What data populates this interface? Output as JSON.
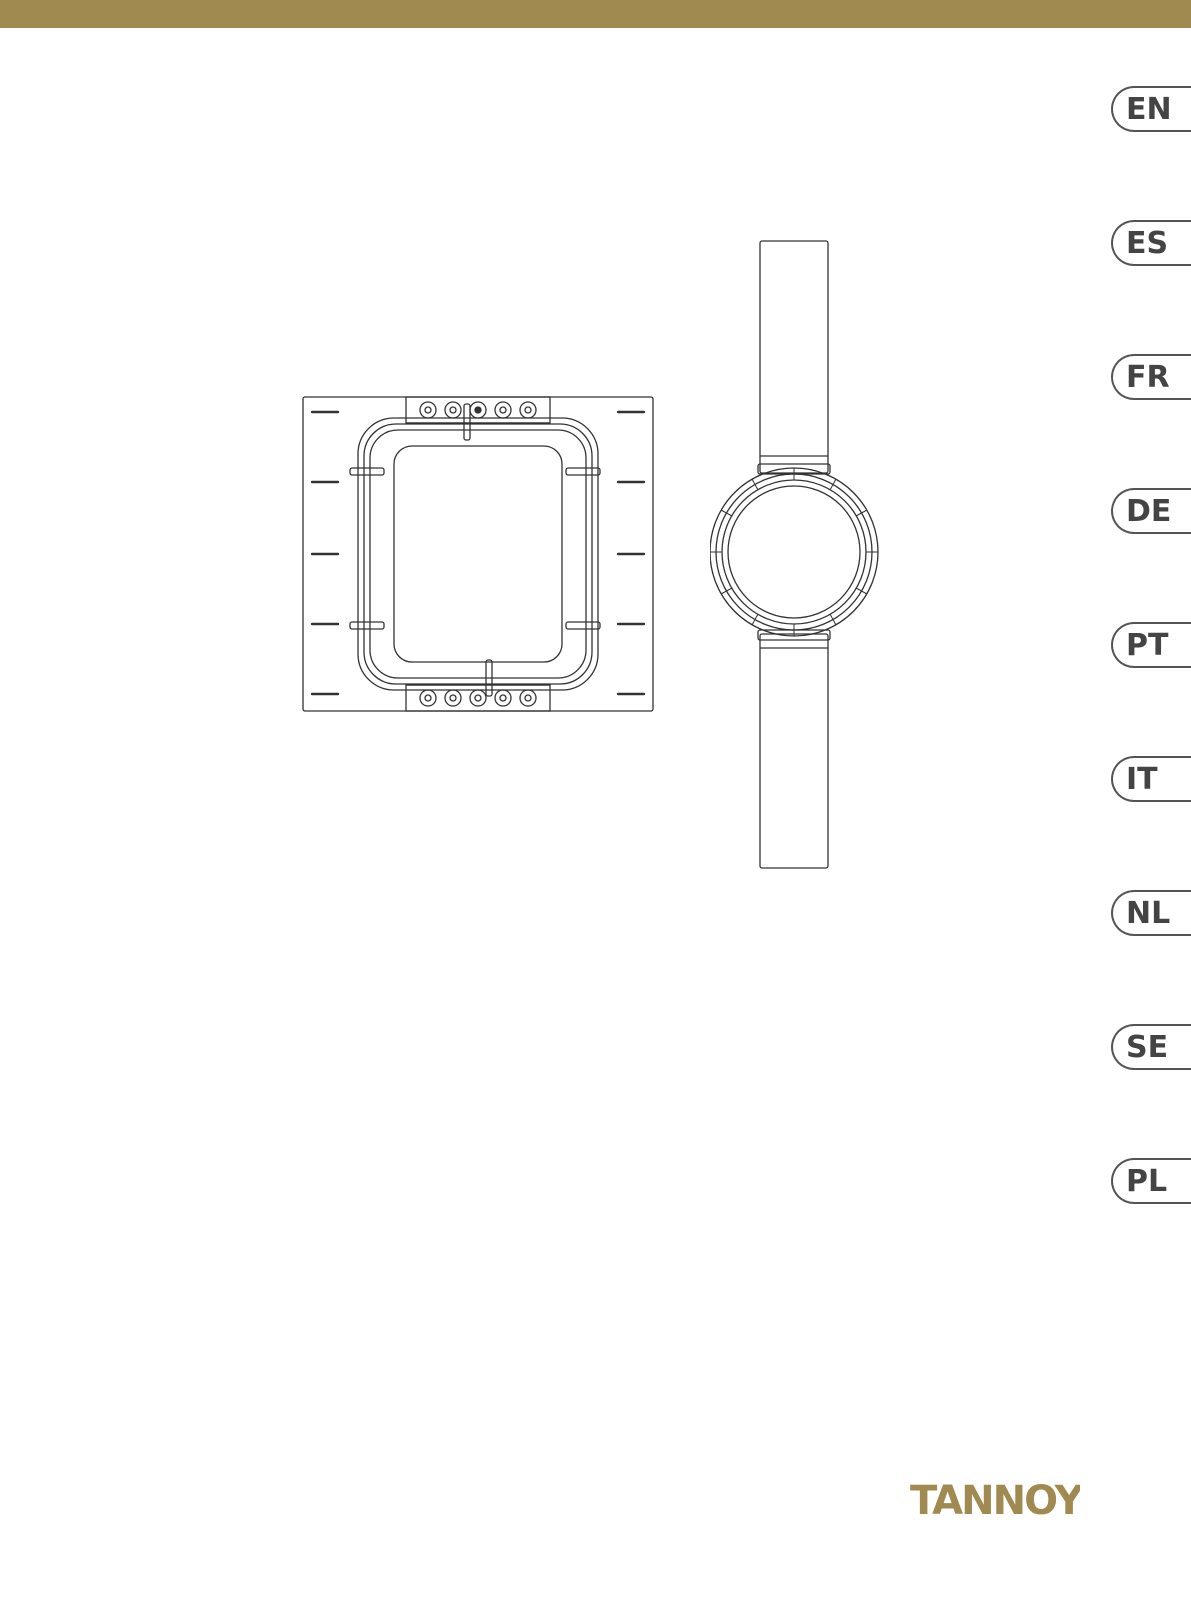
{
  "header": {
    "bar_color": "#a08a4f"
  },
  "language_tabs": [
    {
      "code": "EN"
    },
    {
      "code": "ES"
    },
    {
      "code": "FR"
    },
    {
      "code": "DE"
    },
    {
      "code": "PT"
    },
    {
      "code": "IT"
    },
    {
      "code": "NL"
    },
    {
      "code": "SE"
    },
    {
      "code": "PL"
    }
  ],
  "illustrations": {
    "square_bracket_icon": "square-mounting-bracket",
    "round_bracket_icon": "round-mounting-bracket"
  },
  "brand": {
    "name": "TANNOY",
    "color": "#a08a4f"
  }
}
